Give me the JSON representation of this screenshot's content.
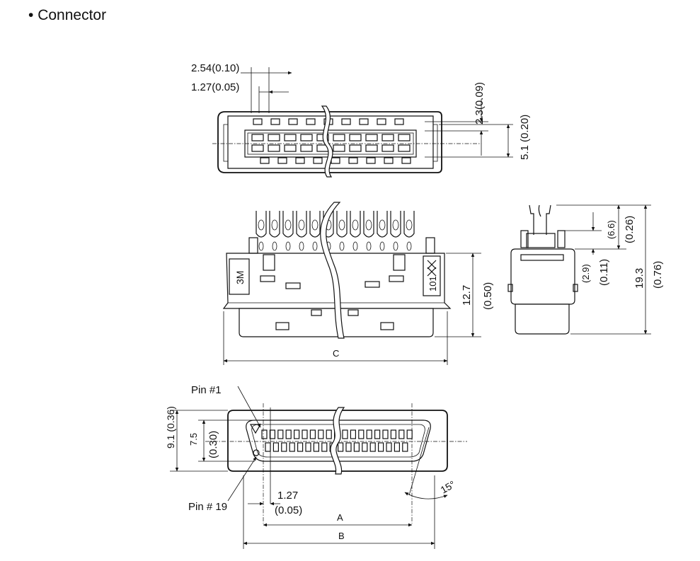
{
  "page": {
    "bullet": "•",
    "title": "Connector"
  },
  "front_view": {
    "pitch": "2.54(0.10)",
    "half_pitch": "1.27(0.05)",
    "row_gap": "2.3(0.09)",
    "height": "5.1 (0.20)"
  },
  "side_view": {
    "body_height_mm": "12.7",
    "body_height_in": "(0.50)",
    "width_label": "C",
    "brand_mark": "3M",
    "part_mark": "101"
  },
  "end_view": {
    "latch_mm": "(6.6)",
    "latch_in": "(0.26)",
    "step_mm": "(2.9)",
    "step_in": "(0.11)",
    "total_mm": "19.3",
    "total_in": "(0.76)"
  },
  "bottom_view": {
    "pin1_label": "Pin #1",
    "pin19_label": "Pin # 19",
    "outer_height": "9.1 (0.36)",
    "inner_height_mm": "7.5",
    "inner_height_in": "(0.30)",
    "pitch_mm": "1.27",
    "pitch_in": "(0.05)",
    "dim_a": "A",
    "dim_b": "B",
    "angle": "15°"
  }
}
